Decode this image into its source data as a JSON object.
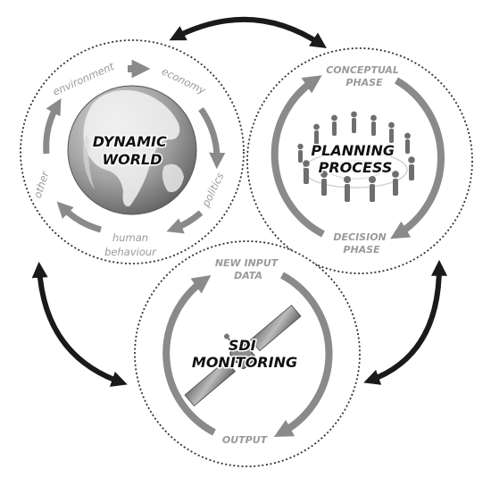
{
  "circles": {
    "dynamic_world": {
      "title_line1": "DYNAMIC",
      "title_line2": "WORLD",
      "factors": [
        "environment",
        "economy",
        "politics",
        "human",
        "behaviour",
        "other"
      ]
    },
    "planning_process": {
      "title_line1": "PLANNING",
      "title_line2": "PROCESS",
      "top_line1": "CONCEPTUAL",
      "top_line2": "PHASE",
      "bottom_line1": "DECISION",
      "bottom_line2": "PHASE"
    },
    "sdi_monitoring": {
      "title_line1": "SDI",
      "title_line2": "MONITORING",
      "top_line1": "NEW INPUT",
      "top_line2": "DATA",
      "bottom_label": "OUTPUT"
    }
  },
  "colors": {
    "cycle_arrow": "#8a8a8a",
    "connector_arrow": "#1a1a1a",
    "circle_border": "#333333",
    "label_gray": "#9a9a9a"
  }
}
